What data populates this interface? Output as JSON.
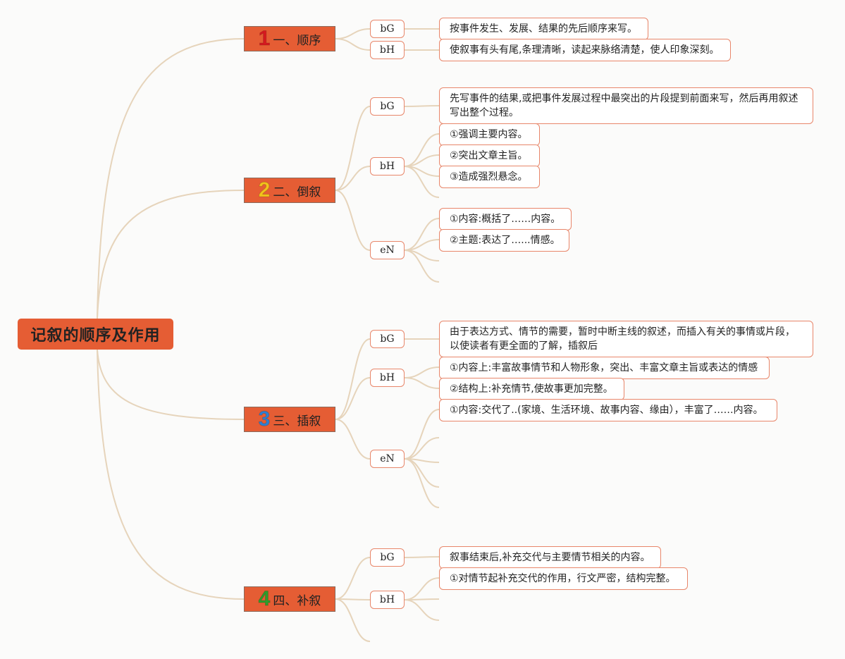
{
  "root": {
    "title": "记叙的顺序及作用"
  },
  "colors": {
    "node_fill": "#e55d34",
    "leaf_border": "#e8866a",
    "connector": "#e6d4bb",
    "num_red": "#d6191f",
    "num_yellow": "#f2c21b",
    "num_blue": "#2f7fd0",
    "num_green": "#2f9c2b"
  },
  "branches": [
    {
      "num": "1",
      "label": "一、顺序",
      "num_color": "#d6191f"
    },
    {
      "num": "2",
      "label": "二、倒叙",
      "num_color": "#f2c21b"
    },
    {
      "num": "3",
      "label": "三、插叙",
      "num_color": "#2f7fd0"
    },
    {
      "num": "4",
      "label": "四、补叙",
      "num_color": "#2f9c2b"
    }
  ],
  "tags": {
    "bG": "bG",
    "bH": "bH",
    "eN": "eN"
  },
  "leaves": {
    "b1_g": "按事件发生、发展、结果的先后顺序来写。",
    "b1_h": "使叙事有头有尾,条理清晰，读起来脉络清楚，使人印象深刻。",
    "b2_g": "先写事件的结果,或把事件发展过程中最突出的片段提到前面来写，然后再用叙述写出整个过程。",
    "b2_h1": "①强调主要内容。",
    "b2_h2": "②突出文章主旨。",
    "b2_h3": "③造成强烈悬念。",
    "b2_n1": "①内容:概括了……内容。",
    "b2_n2": "②主题:表达了…...情感。",
    "b3_g": "由于表达方式、情节的需要，暂时中断主线的叙述，而插入有关的事情或片段，以使读者有更全面的了解，插叙后",
    "b3_h1": "①内容上:丰富故事情节和人物形象，突出、丰富文章主旨或表达的情感",
    "b3_h2": "②结构上:补充情节,使故事更加完整。",
    "b3_n1": "①内容:交代了..(家境、生活环境、故事内容、缘由），丰富了……内容。",
    "b4_g": "叙事结束后,补充交代与主要情节相关的内容。",
    "b4_h1": "①对情节起补充交代的作用，行文严密，结构完整。"
  }
}
